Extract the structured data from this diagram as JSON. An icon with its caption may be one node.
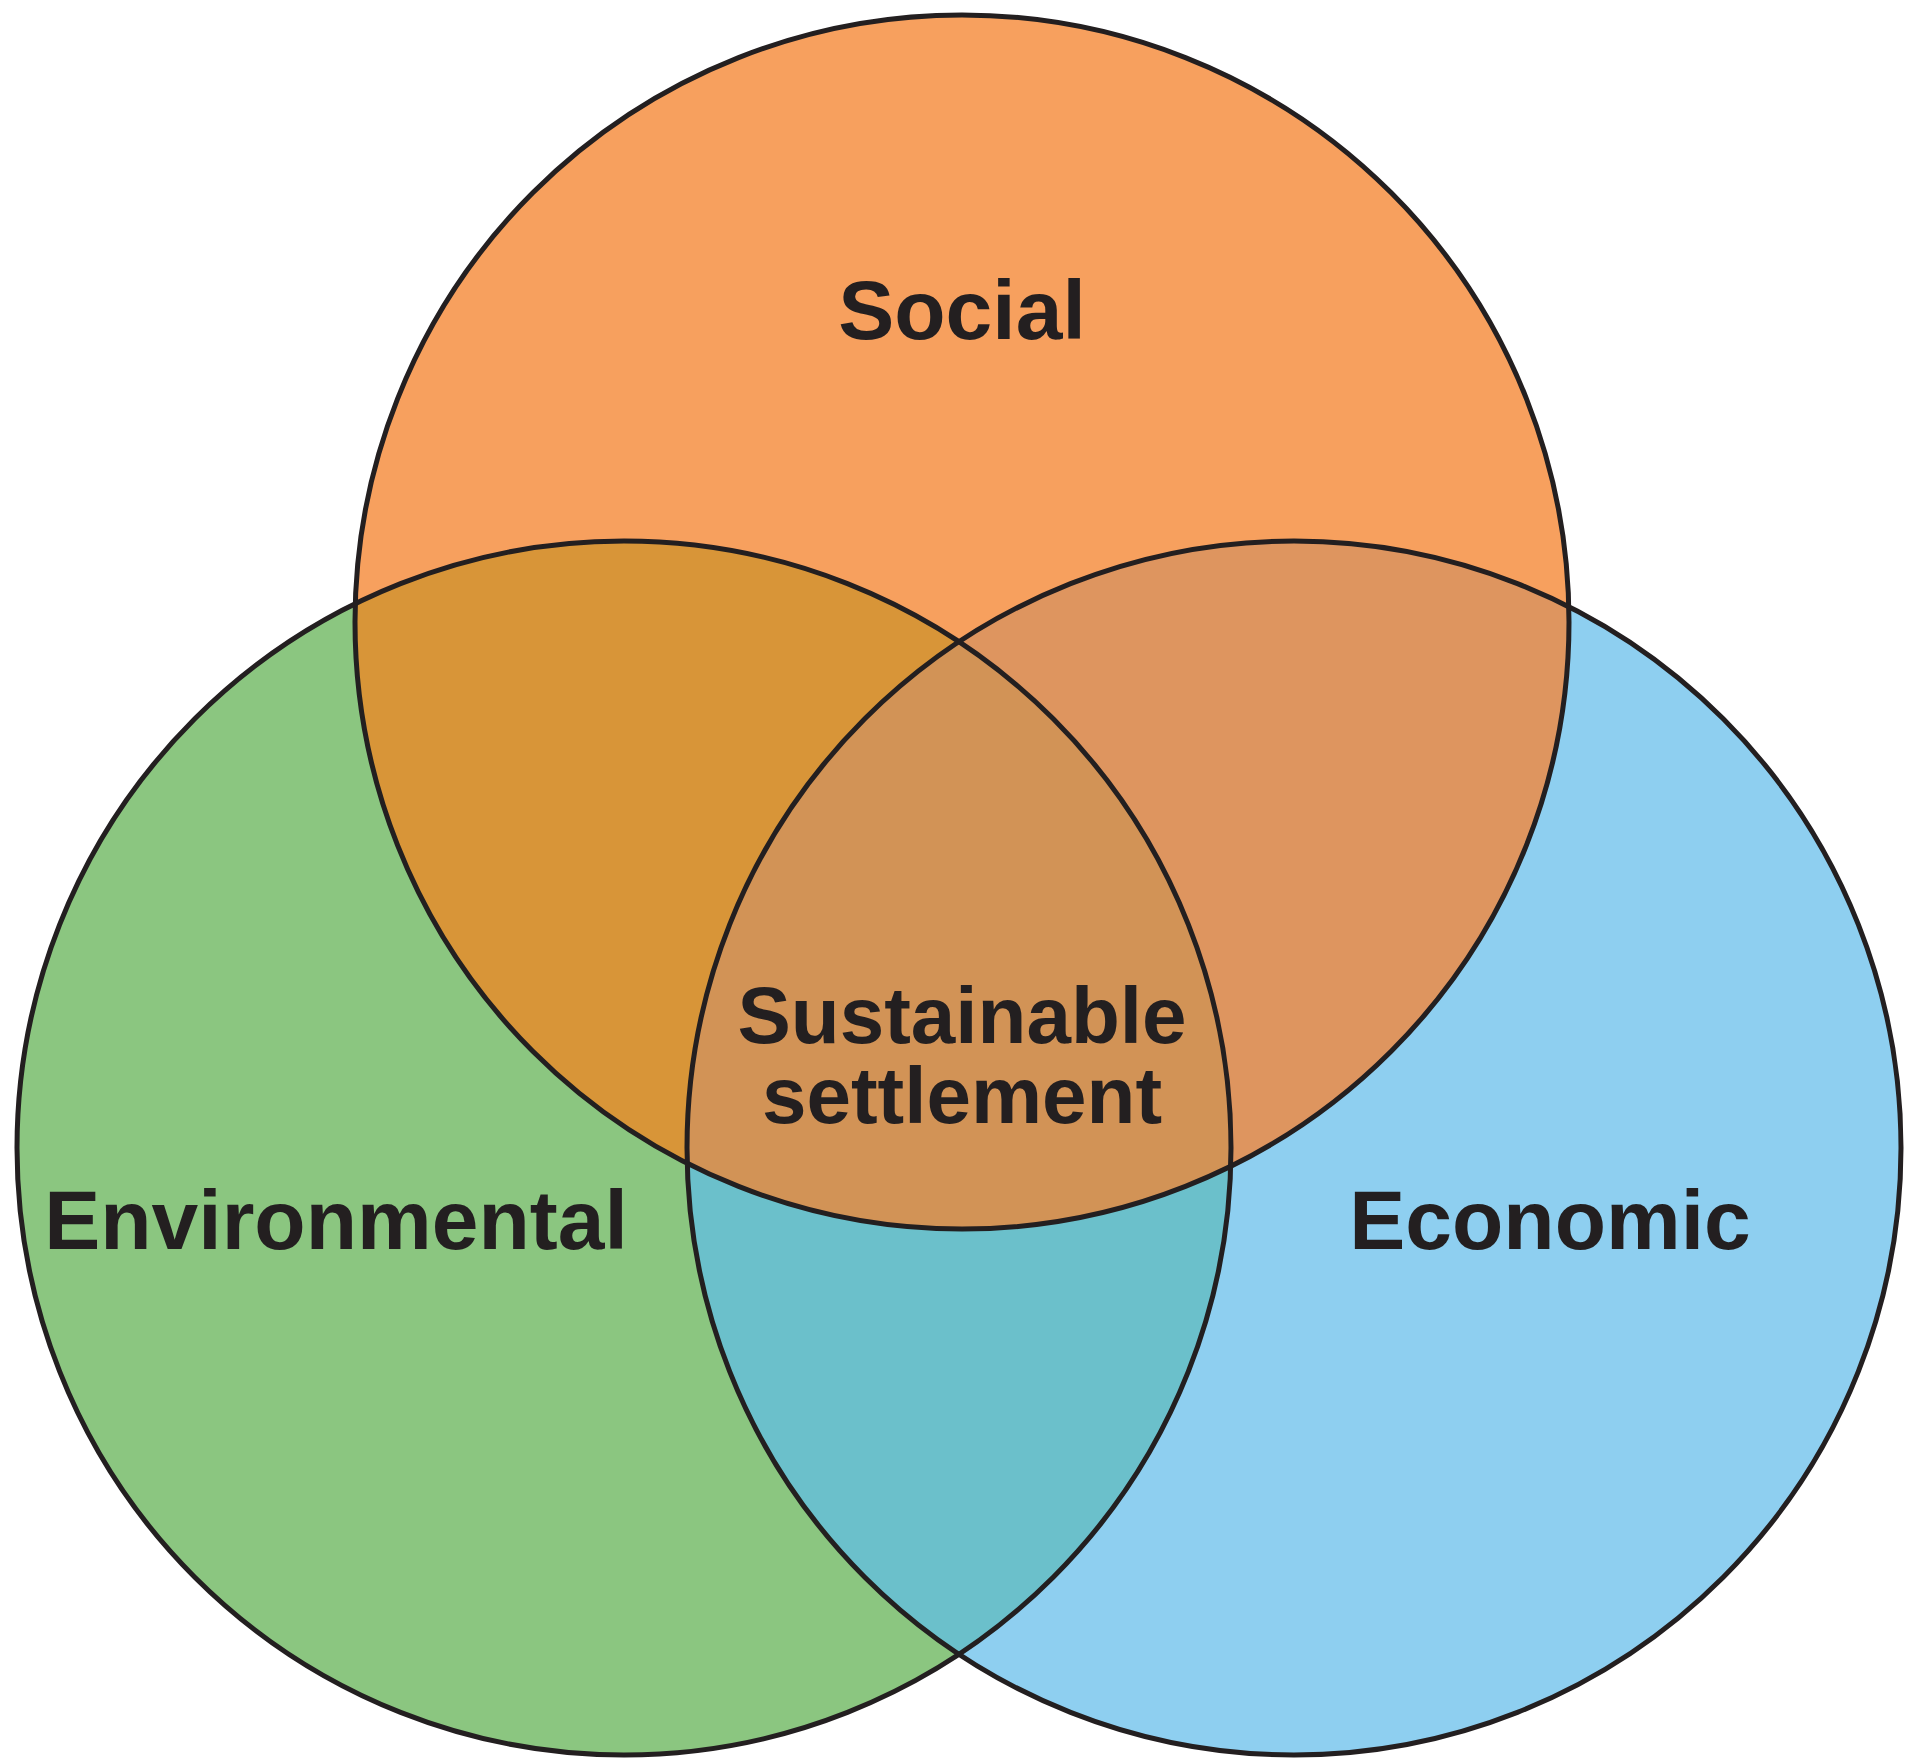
{
  "diagram": {
    "nodes": [
      {
        "text": [
          "Social"
        ]
      },
      {
        "text": [
          "Environmental"
        ]
      },
      {
        "text": [
          "Economic"
        ]
      }
    ],
    "edges": [],
    "labels": [
      "Sustainable settlement"
    ]
  }
}
